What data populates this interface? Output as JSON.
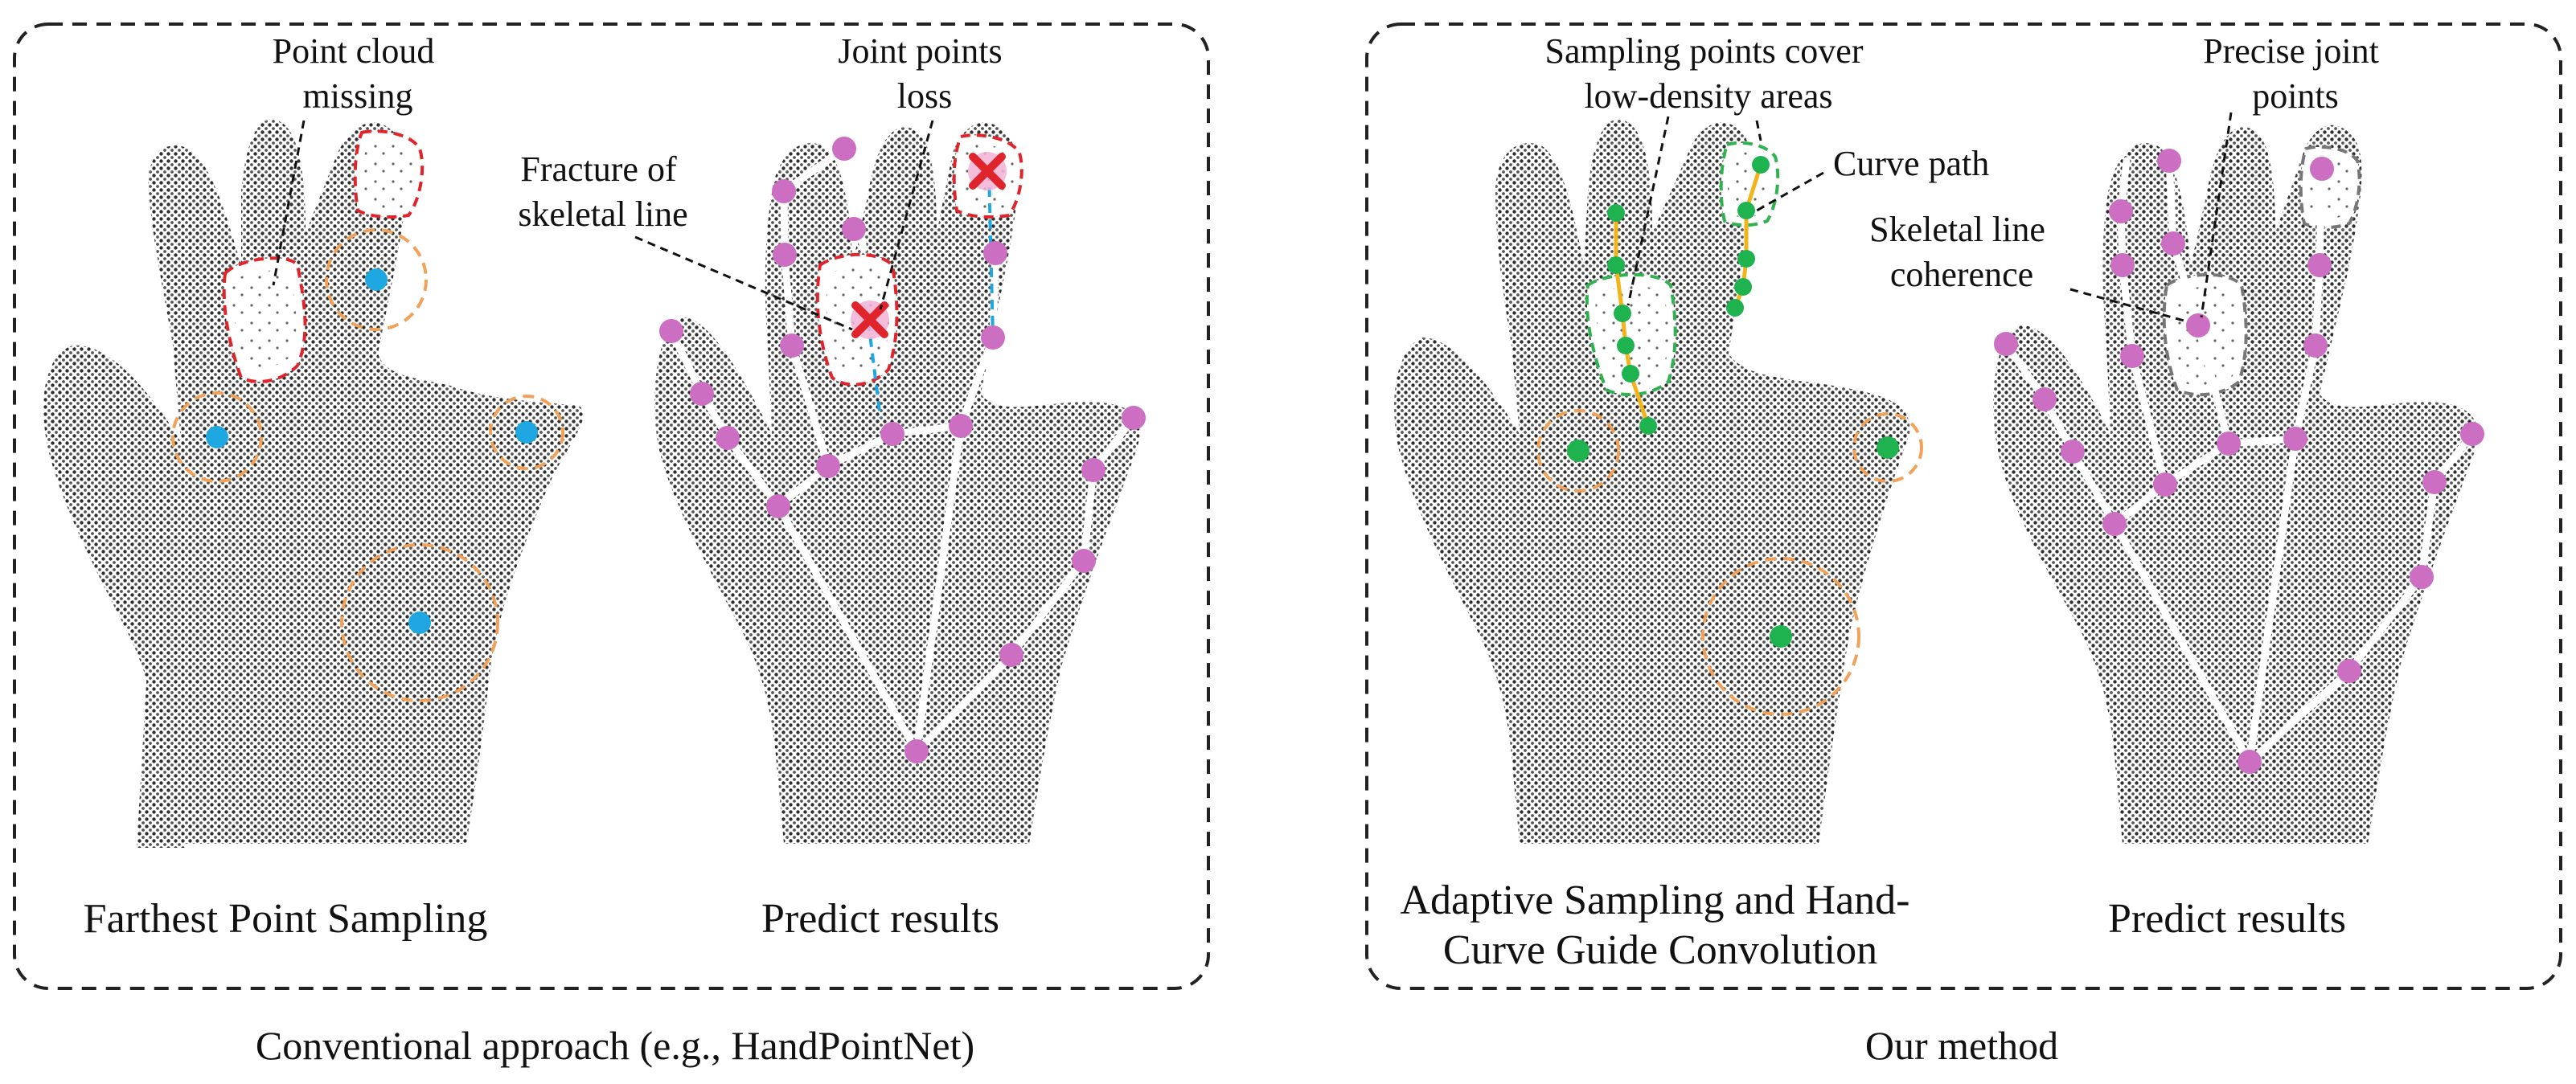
{
  "colors": {
    "panel_border": "#222222",
    "hand_dots": "#3a3a3a",
    "sample_blue": "#1ea7e1",
    "joint_pink": "#cc6fc2",
    "sample_green": "#1fb34f",
    "circle_orange": "#f0a25a",
    "missing_red": "#e0242b",
    "missing_green": "#2fb24f",
    "missing_gray": "#777777",
    "curve_yellow": "#f1b51b",
    "skeleton_white": "#ffffff",
    "fracture_blue": "#1ea7e1",
    "cross_red": "#e0242b"
  },
  "left_panel": {
    "caption": "Conventional approach (e.g., HandPointNet)",
    "sampling_hand": {
      "title": "Farthest Point Sampling",
      "annotations": [
        {
          "id": "point-cloud-missing",
          "lines": [
            "Point cloud",
            "missing"
          ]
        }
      ]
    },
    "predict_hand": {
      "title": "Predict results",
      "annotations": [
        {
          "id": "joint-points-loss",
          "lines": [
            "Joint points",
            "loss"
          ]
        },
        {
          "id": "fracture-of-skeletal-line",
          "lines": [
            "Fracture of",
            "skeletal line"
          ]
        }
      ]
    }
  },
  "right_panel": {
    "caption": "Our method",
    "sampling_hand": {
      "title_lines": [
        "Adaptive Sampling and Hand-",
        "Curve Guide Convolution"
      ],
      "annotations": [
        {
          "id": "sampling-points-cover",
          "lines": [
            "Sampling points cover",
            "low-density areas"
          ]
        },
        {
          "id": "curve-path",
          "lines": [
            "Curve path"
          ]
        }
      ]
    },
    "predict_hand": {
      "title": "Predict results",
      "annotations": [
        {
          "id": "precise-joint-points",
          "lines": [
            "Precise joint",
            "points"
          ]
        },
        {
          "id": "skeletal-line-coherence",
          "lines": [
            "Skeletal line",
            "coherence"
          ]
        }
      ]
    }
  }
}
